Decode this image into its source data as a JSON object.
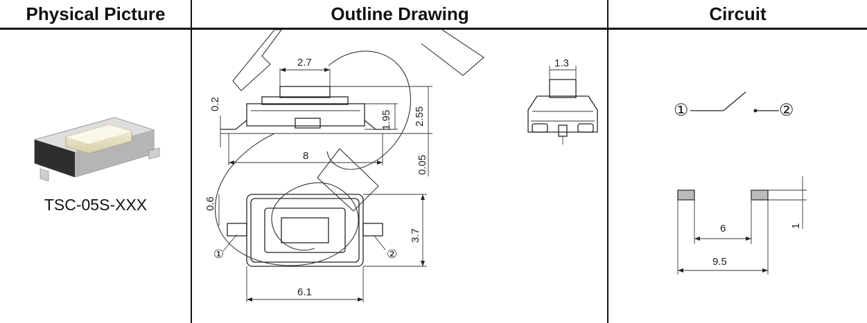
{
  "headers": {
    "physical": "Physical Picture",
    "outline": "Outline Drawing",
    "circuit": "Circuit"
  },
  "part_number": "TSC-05S-XXX",
  "dimensions": {
    "top_width": "2.7",
    "side_width": "1.3",
    "left_height": "0.2",
    "body_height": "1.95",
    "total_height": "2.55",
    "base_offset": "0.05",
    "total_length": "8",
    "pin_width": "0.6",
    "body_depth": "3.7",
    "body_length": "6.1",
    "pad_gap": "6",
    "pad_span": "9.5",
    "pad_height": "1"
  },
  "pins": {
    "pin1": "①",
    "pin2": "②"
  },
  "colors": {
    "rule": "#111111",
    "line": "#222222"
  }
}
